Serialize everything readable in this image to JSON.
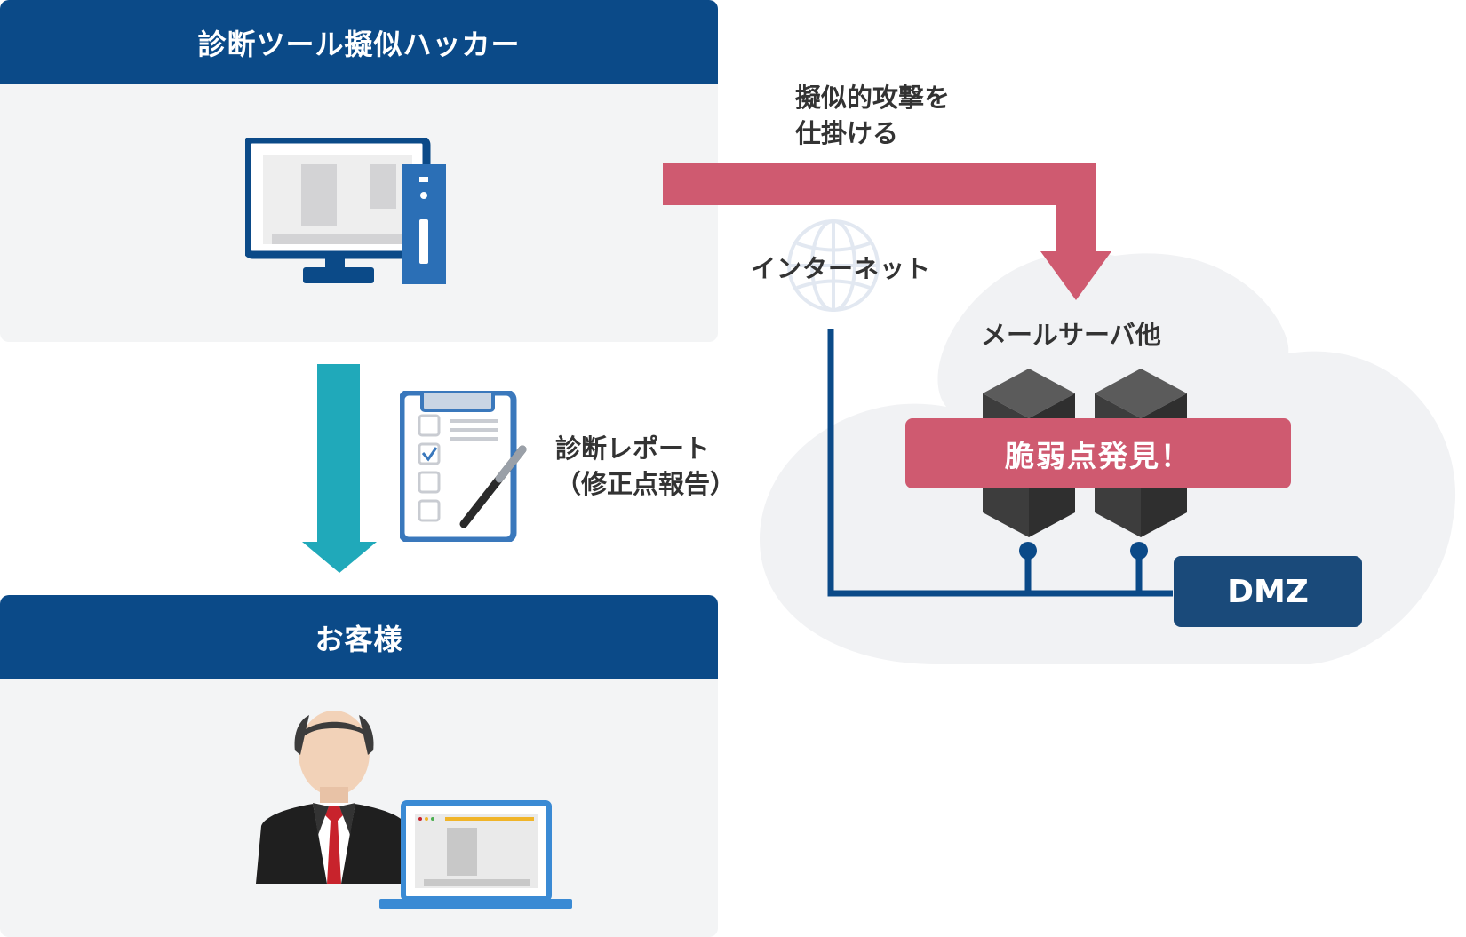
{
  "hacker_panel": {
    "title": "診断ツール擬似ハッカー"
  },
  "customer_panel": {
    "title": "お客様"
  },
  "attack_label": {
    "line1": "擬似的攻撃を",
    "line2": "仕掛ける"
  },
  "report_label": {
    "line1": "診断レポート",
    "line2": "（修正点報告）"
  },
  "internet_label": "インターネット",
  "server_label": "メールサーバ他",
  "vulnerability_badge": "脆弱点発見！",
  "dmz_label": "DMZ",
  "colors": {
    "navy": "#0b4a88",
    "attack_arrow": "#cf5a70",
    "report_arrow": "#20a9ba",
    "panel_bg": "#f3f4f5",
    "cloud_bg": "#f1f2f4",
    "dmz_box": "#1a4a7a"
  }
}
